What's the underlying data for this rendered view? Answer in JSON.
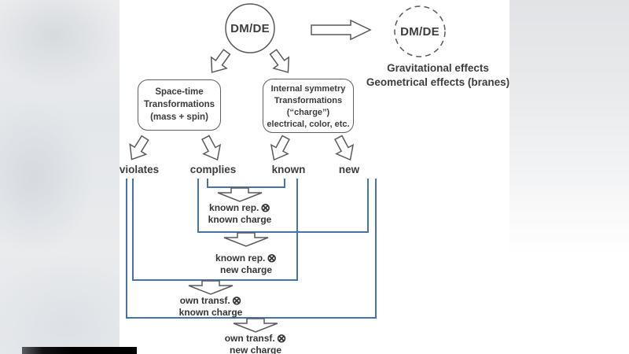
{
  "diagram": {
    "source_circle": {
      "label": "DM/DE"
    },
    "target_circle": {
      "label": "DM/DE"
    },
    "effects": [
      "Gravitational effects",
      "Geometrical effects (branes)"
    ],
    "boxes": {
      "spacetime": {
        "lines": [
          "Space-time",
          "Transformations",
          "(mass + spin)"
        ]
      },
      "internal": {
        "lines": [
          "Internal symmetry",
          "Transformations",
          "(“charge”)",
          "electrical, color, etc."
        ]
      }
    },
    "outcomes": [
      "violates",
      "complies",
      "known",
      "new"
    ],
    "combos": [
      {
        "line1": "known rep.",
        "line2": "known charge"
      },
      {
        "line1": "known rep.",
        "line2": "new charge"
      },
      {
        "line1": "own transf.",
        "line2": "known charge"
      },
      {
        "line1": "own transf.",
        "line2": "new charge"
      }
    ],
    "otimes": "⊗",
    "colors": {
      "outline": "#5a5a5a",
      "bracket_blue": "#4574ab",
      "text": "#3d3d3d"
    }
  }
}
